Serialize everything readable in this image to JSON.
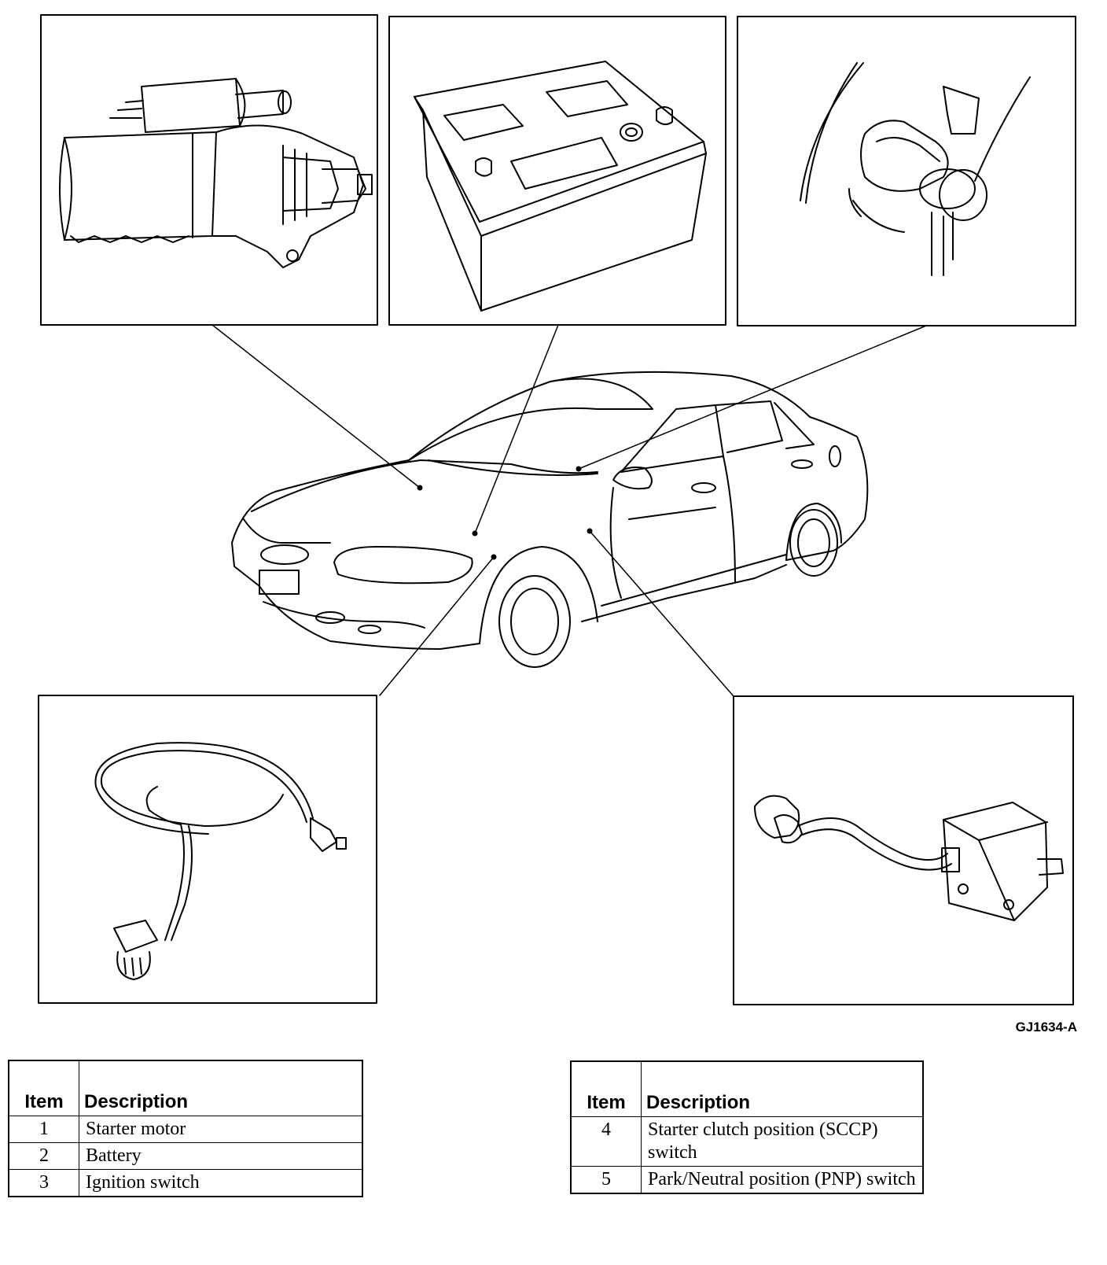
{
  "figure_id": "GJ1634-A",
  "legend_left": {
    "header_item": "Item",
    "header_description": "Description",
    "rows": [
      {
        "item": "1",
        "description": "Starter motor"
      },
      {
        "item": "2",
        "description": "Battery"
      },
      {
        "item": "3",
        "description": "Ignition switch"
      }
    ]
  },
  "legend_right": {
    "header_item": "Item",
    "header_description": "Description",
    "rows": [
      {
        "item": "4",
        "description": "Starter clutch position (SCCP) switch"
      },
      {
        "item": "5",
        "description": "Park/Neutral position (PNP) switch"
      }
    ]
  }
}
